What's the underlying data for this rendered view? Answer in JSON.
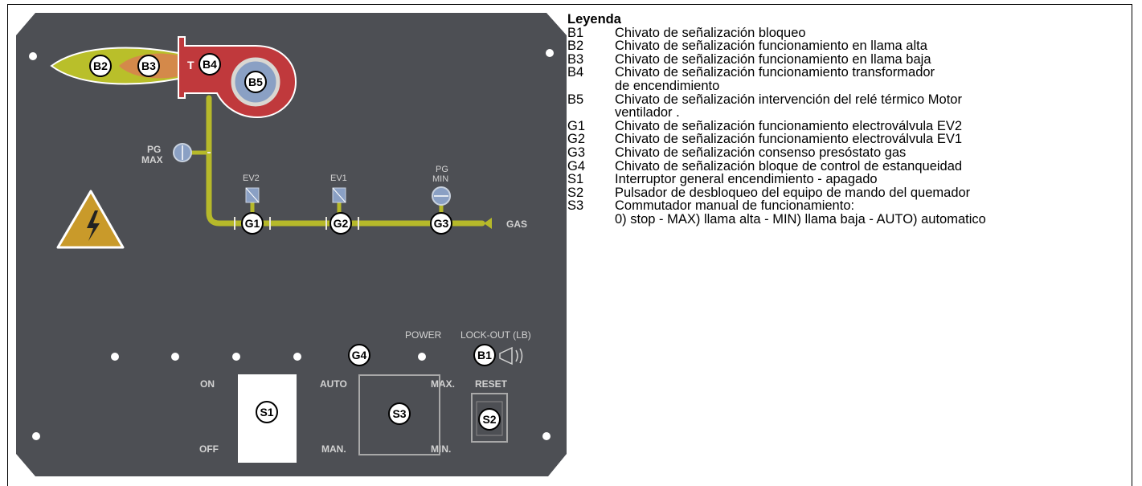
{
  "panel": {
    "colors": {
      "panel": "#4d4f54",
      "flame_outer": "#b9bf2a",
      "flame_inner": "#d4894a",
      "fan": "#c0393c",
      "fan_light": "#d9d7d2",
      "pipe": "#b6b92a",
      "sensor": "#8aa0c4",
      "text": "#d2d2d2",
      "warning": "#c99a2a"
    },
    "icons": [
      "warning-electric-icon",
      "lamp-dot-icon",
      "horn-icon"
    ],
    "badges": {
      "b1": "B1",
      "b2": "B2",
      "b3": "B3",
      "b4": "B4",
      "b5": "B5",
      "g1": "G1",
      "g2": "G2",
      "g3": "G3",
      "g4": "G4",
      "s1": "S1",
      "s2": "S2",
      "s3": "S3"
    },
    "labels": {
      "t": "T",
      "pg_max_1": "PG",
      "pg_max_2": "MAX",
      "pg_min_1": "PG",
      "pg_min_2": "MIN",
      "ev2": "EV2",
      "ev1": "EV1",
      "gas": "GAS",
      "power": "POWER",
      "lockout": "LOCK-OUT (LB)",
      "on": "ON",
      "off": "OFF",
      "auto": "AUTO",
      "max": "MAX.",
      "man": "MAN.",
      "min": "MIN.",
      "reset": "RESET"
    }
  },
  "legend": {
    "title": "Leyenda",
    "items": [
      {
        "code": "B1",
        "text": "Chivato de señalización bloqueo"
      },
      {
        "code": "B2",
        "text": "Chivato de señalización funcionamiento en llama alta"
      },
      {
        "code": "B3",
        "text": "Chivato de señalización funcionamiento en llama baja"
      },
      {
        "code": "B4",
        "text": "Chivato de señalización funcionamiento transformador",
        "cont": "de encendimiento"
      },
      {
        "code": "B5",
        "text": "Chivato de señalización intervención del relé térmico Motor",
        "cont": "ventilador ."
      },
      {
        "code": "G1",
        "text": "Chivato de señalización funcionamiento electroválvula EV2"
      },
      {
        "code": "G2",
        "text": "Chivato de señalización funcionamiento electroválvula EV1"
      },
      {
        "code": "G3",
        "text": "Chivato de señalización consenso presóstato gas"
      },
      {
        "code": "G4",
        "text": "Chivato de señalización bloque de control de estanqueidad"
      },
      {
        "code": "S1",
        "text": "Interruptor general encendimiento - apagado"
      },
      {
        "code": "S2",
        "text": "Pulsador de desbloqueo del equipo de mando del quemador"
      },
      {
        "code": "S3",
        "text": "Commutador manual de funcionamiento:",
        "cont": "0) stop - MAX) llama alta - MIN) llama baja - AUTO) automatico"
      }
    ]
  }
}
